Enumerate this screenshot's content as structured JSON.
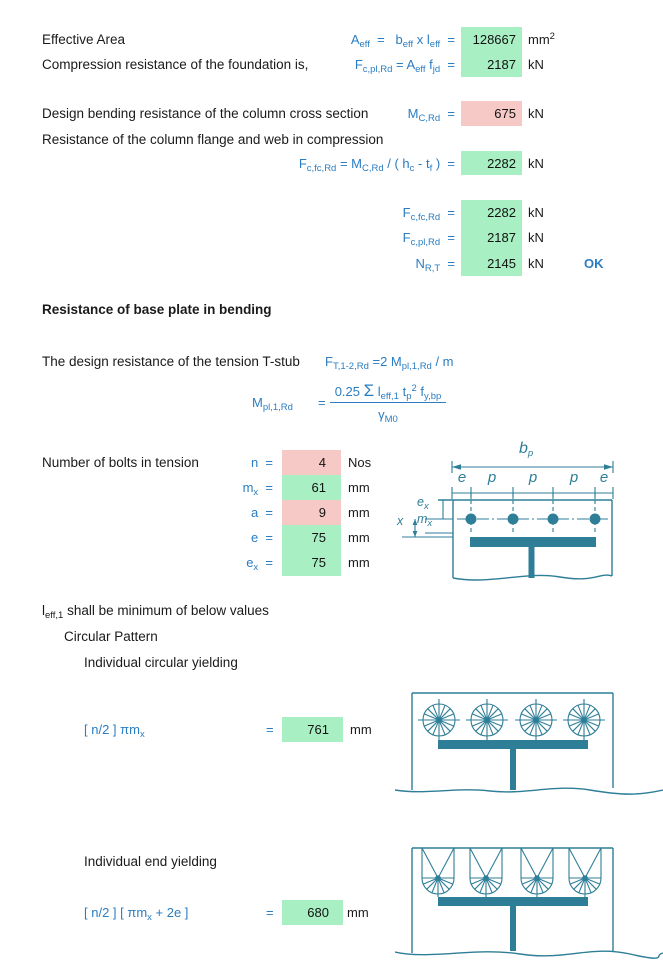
{
  "colors": {
    "accent_blue": "#2A7DC2",
    "diagram_teal": "#2E7E98",
    "cell_green": "#A8F0C4",
    "cell_pink": "#F6C9C6"
  },
  "top": {
    "rows": [
      {
        "label": "Effective Area",
        "formula": [
          [
            "A"
          ],
          [
            "eff",
            "sub"
          ],
          [
            "  =   b"
          ],
          [
            "eff",
            "sub"
          ],
          [
            " x l"
          ],
          [
            "eff",
            "sub"
          ],
          [
            "  ="
          ]
        ],
        "value": "128667",
        "unit": [
          [
            "mm"
          ],
          [
            "2",
            "sup"
          ]
        ]
      },
      {
        "label": "Compression resistance of the foundation is,",
        "formula": [
          [
            "F"
          ],
          [
            "c,pl,Rd",
            "sub"
          ],
          [
            " = A"
          ],
          [
            "eff",
            "sub"
          ],
          [
            " f"
          ],
          [
            "jd",
            "sub"
          ],
          [
            "  ="
          ]
        ],
        "value": "2187",
        "unit": [
          [
            "kN"
          ]
        ]
      },
      {
        "label": "Design bending resistance of the column cross section",
        "formula": [
          [
            "M"
          ],
          [
            "C,Rd",
            "sub"
          ],
          [
            "  ="
          ]
        ],
        "value": "675",
        "unit": [
          [
            "kN"
          ]
        ]
      },
      {
        "label": "Resistance of the column flange and web in compression"
      },
      {
        "formula": [
          [
            "F"
          ],
          [
            "c,fc,Rd",
            "sub"
          ],
          [
            " = M"
          ],
          [
            "C,Rd",
            "sub"
          ],
          [
            " / ( h"
          ],
          [
            "c",
            "sub"
          ],
          [
            " - t"
          ],
          [
            "f",
            "sub"
          ],
          [
            " )  ="
          ]
        ],
        "value": "2282",
        "unit": [
          [
            "kN"
          ]
        ]
      }
    ]
  },
  "summary": {
    "rows": [
      {
        "label": [
          [
            "F"
          ],
          [
            "c,fc,Rd",
            "sub"
          ],
          [
            "  ="
          ]
        ],
        "value": "2282",
        "unit": "kN"
      },
      {
        "label": [
          [
            "F"
          ],
          [
            "c,pl,Rd",
            "sub"
          ],
          [
            "  ="
          ]
        ],
        "value": "2187",
        "unit": "kN"
      },
      {
        "label": [
          [
            "N"
          ],
          [
            "R,T",
            "sub"
          ],
          [
            "  ="
          ]
        ],
        "value": "2145",
        "unit": "kN",
        "status": "OK"
      }
    ]
  },
  "bending": {
    "header": "Resistance of base plate in bending",
    "tstub_label": "The design resistance of the tension T-stub",
    "tstub_formula": [
      [
        "F"
      ],
      [
        "T,1-2,Rd",
        "sub"
      ],
      [
        " =2 M"
      ],
      [
        "pl,1,Rd",
        "sub"
      ],
      [
        " / m"
      ]
    ],
    "mpl_symbol": [
      [
        "M"
      ],
      [
        "pl,1,Rd",
        "sub"
      ]
    ],
    "equals": "=",
    "numerator": [
      [
        "0.25 "
      ],
      [
        "Σ",
        "big"
      ],
      [
        " l"
      ],
      [
        "eff,1",
        "sub"
      ],
      [
        " t"
      ],
      [
        "p",
        "sub"
      ],
      [
        "2",
        "sup"
      ],
      [
        " f"
      ],
      [
        "y,bp",
        "sub"
      ]
    ],
    "denominator": [
      [
        "γ"
      ],
      [
        "M0",
        "sub"
      ]
    ]
  },
  "bolts": {
    "label": "Number of bolts in tension",
    "rows": [
      {
        "symbol": [
          [
            "n"
          ],
          [
            "  ="
          ]
        ],
        "value": "4",
        "unit": "Nos"
      },
      {
        "symbol": [
          [
            "m"
          ],
          [
            "x",
            "sub"
          ],
          [
            "  ="
          ]
        ],
        "value": "61",
        "unit": "mm"
      },
      {
        "symbol": [
          [
            "a"
          ],
          [
            "  ="
          ]
        ],
        "value": "9",
        "unit": "mm"
      },
      {
        "symbol": [
          [
            "e"
          ],
          [
            "  ="
          ]
        ],
        "value": "75",
        "unit": "mm"
      },
      {
        "symbol": [
          [
            "e"
          ],
          [
            "x",
            "sub"
          ],
          [
            "  ="
          ]
        ],
        "value": "75",
        "unit": "mm"
      }
    ]
  },
  "leff": {
    "intro": [
      [
        "l"
      ],
      [
        "eff,1",
        "sub"
      ],
      [
        " shall be minimum of below values"
      ]
    ],
    "pattern_header": "Circular Pattern",
    "circular_label": "Individual circular yielding",
    "circular_formula": [
      [
        "[ n/2 ] πm"
      ],
      [
        "x",
        "sub"
      ]
    ],
    "equals": "=",
    "circular_value": "761",
    "circular_unit": "mm",
    "end_label": "Individual end yielding",
    "end_formula": [
      [
        "[ n/2 ] [ πm"
      ],
      [
        "x",
        "sub"
      ],
      [
        " + 2e ]"
      ]
    ],
    "end_value": "680",
    "end_unit": "mm"
  },
  "diagram_plan": {
    "bp": [
      [
        "b"
      ],
      [
        "p",
        "sub"
      ]
    ],
    "cols": [
      "e",
      "p",
      "p",
      "p",
      "e"
    ],
    "ex": [
      [
        "e"
      ],
      [
        "x",
        "sub"
      ]
    ],
    "mx": [
      [
        "m"
      ],
      [
        "x",
        "sub"
      ]
    ],
    "x": "x"
  }
}
